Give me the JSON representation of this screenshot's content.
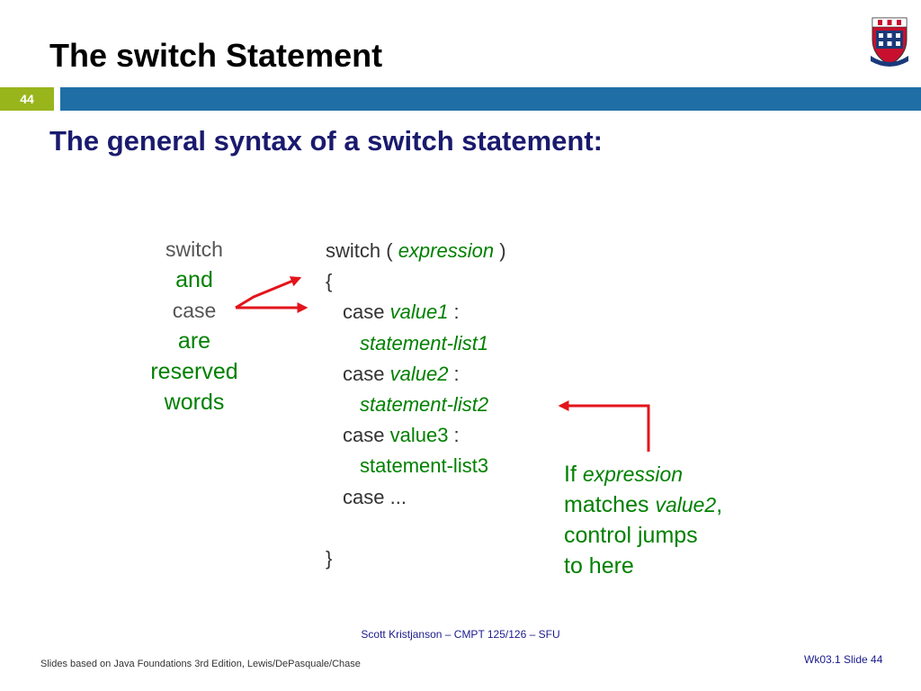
{
  "title": "The switch Statement",
  "slide_number": "44",
  "subtitle": "The general syntax of a switch statement:",
  "left_note": {
    "line1": "switch",
    "line2": "and",
    "line3": "case",
    "line4": "are",
    "line5": "reserved",
    "line6": "words"
  },
  "code": {
    "switch_kw": "switch ( ",
    "expression": "expression",
    "close_paren": " )",
    "open_brace": "{",
    "case1_kw": "case ",
    "value1": "value1",
    "colon1": " :",
    "stmt1": "statement-list1",
    "case2_kw": "case ",
    "value2": "value2",
    "colon2": " :",
    "stmt2": "statement-list2",
    "case3_kw": "case ",
    "value3": "value3",
    "colon3": " :",
    "stmt3": "statement-list3",
    "case4_kw": "case  ",
    "ellipsis": "...",
    "close_brace": "}"
  },
  "right_note": {
    "if_word": "If ",
    "expression": "expression",
    "matches": "matches ",
    "value2": "value2",
    "comma": ",",
    "line3": "control jumps",
    "line4": "to here"
  },
  "footer": {
    "center": "Scott Kristjanson – CMPT 125/126 – SFU",
    "left": "Slides based on Java Foundations 3rd Edition, Lewis/DePasquale/Chase",
    "right": "Wk03.1 Slide 44"
  },
  "colors": {
    "title": "#000000",
    "subtitle": "#1A1A6E",
    "accent_green": "#99B51C",
    "bar_blue": "#1F6FA6",
    "code_text": "#333333",
    "highlight_green": "#008000",
    "arrow_red": "#E3141B",
    "footer_blue": "#1A1A8C"
  }
}
